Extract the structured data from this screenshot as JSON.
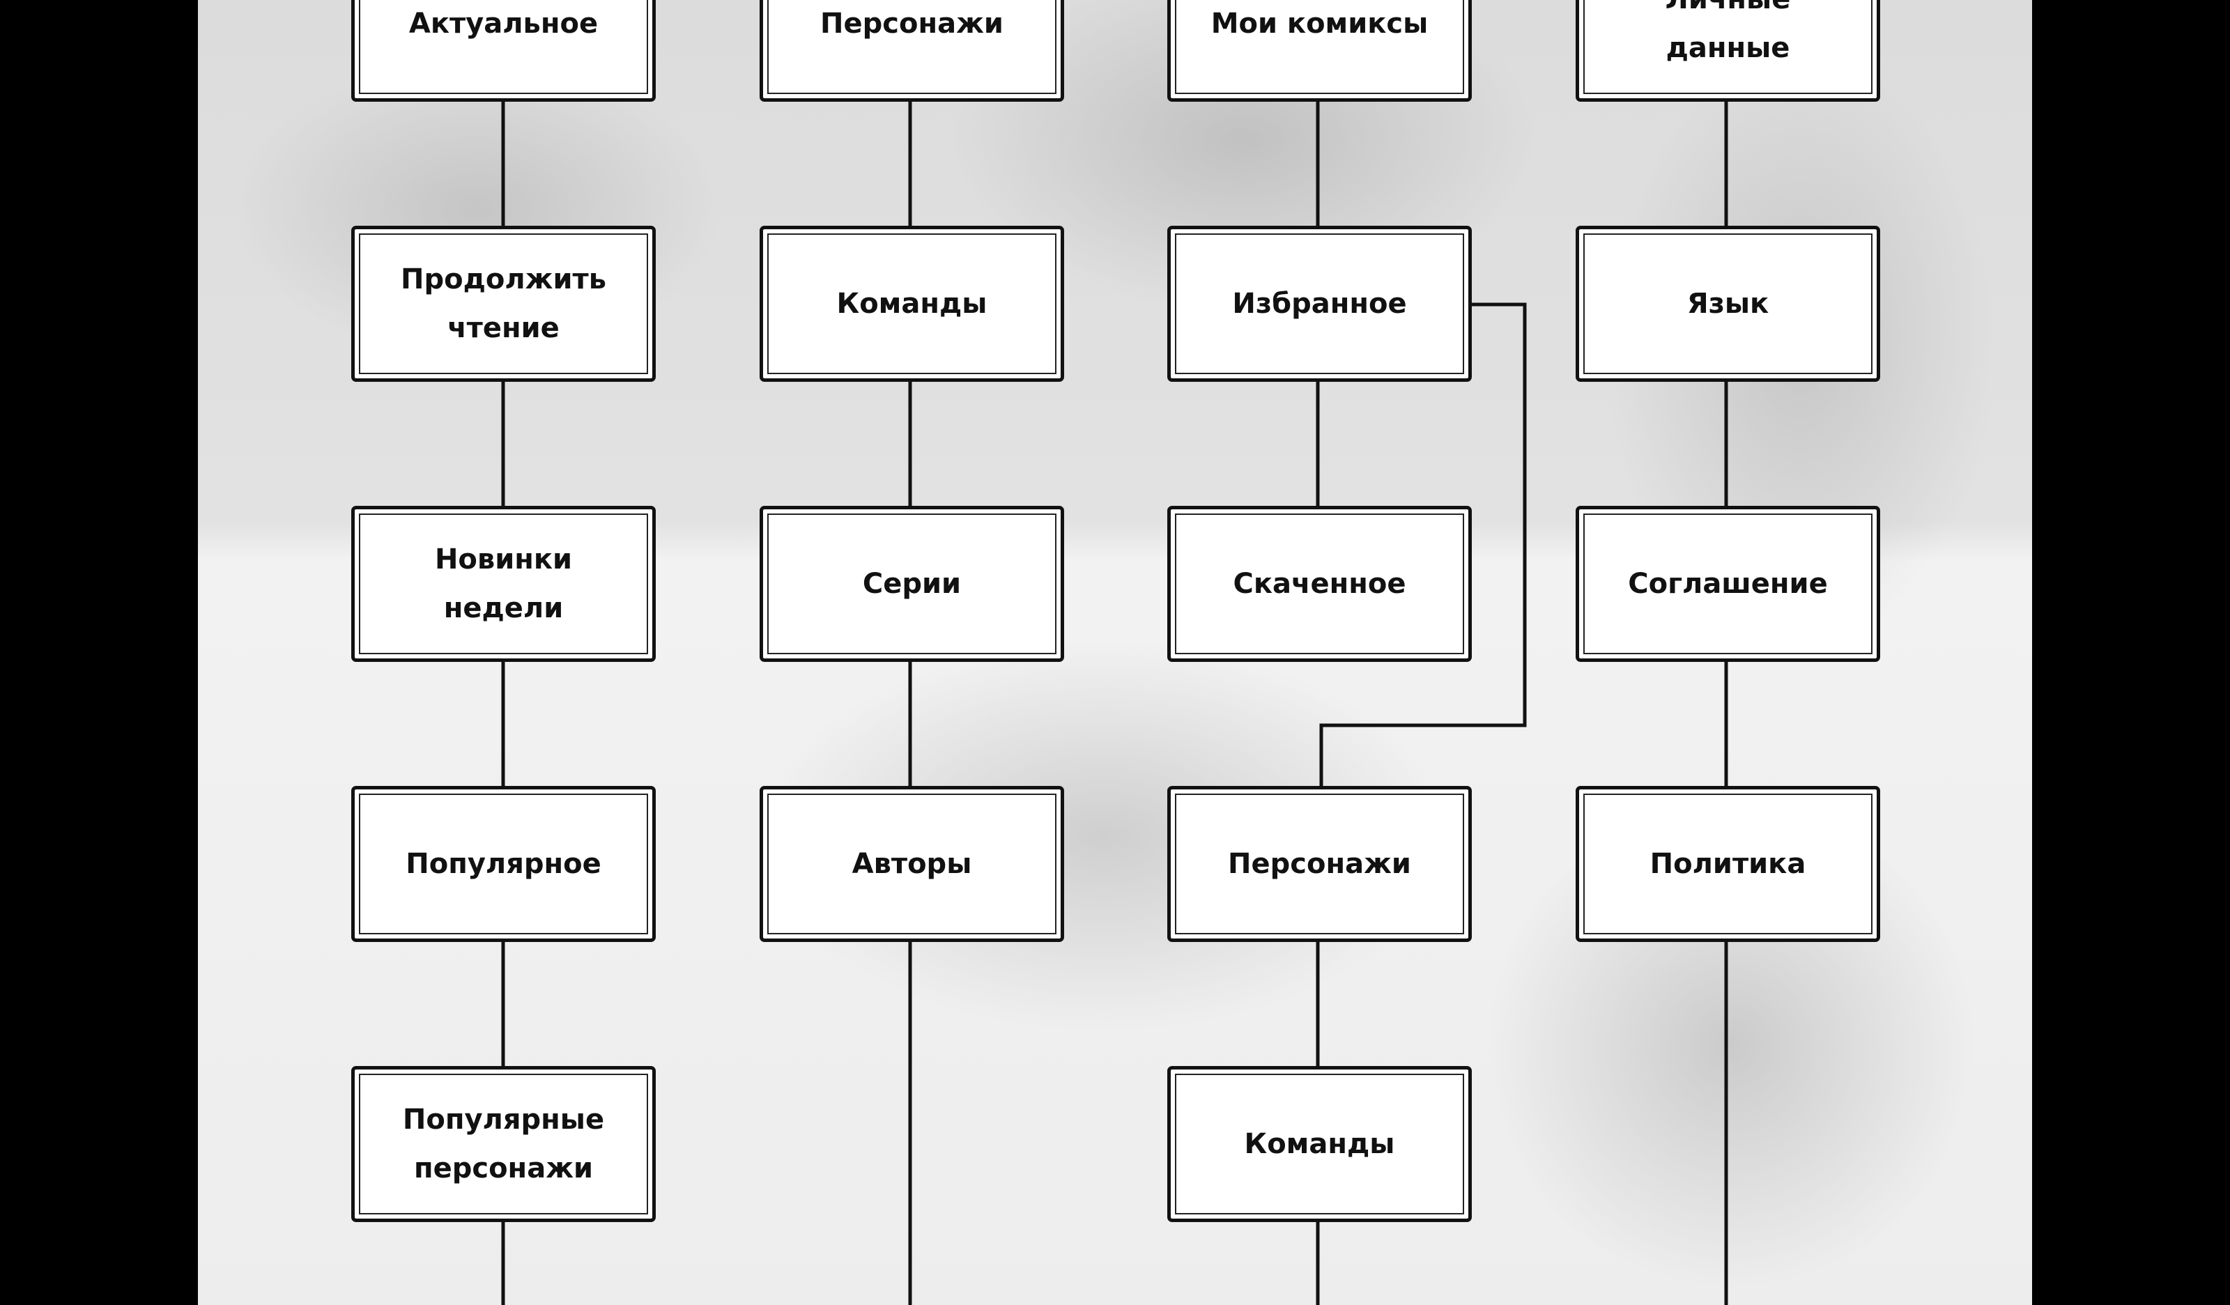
{
  "columns": [
    {
      "items": [
        "Актуальное",
        "Продолжить чтение",
        "Новинки недели",
        "Популярное",
        "Популярные персонажи"
      ]
    },
    {
      "items": [
        "Персонажи",
        "Команды",
        "Серии",
        "Авторы"
      ]
    },
    {
      "items": [
        "Мои комиксы",
        "Избранное",
        "Скаченное",
        "Персонажи",
        "Команды"
      ]
    },
    {
      "items": [
        "Личные данные",
        "Язык",
        "Соглашение",
        "Политика"
      ]
    }
  ],
  "colors": {
    "line": "#111111",
    "box": "#ffffff",
    "side": "#000000"
  }
}
